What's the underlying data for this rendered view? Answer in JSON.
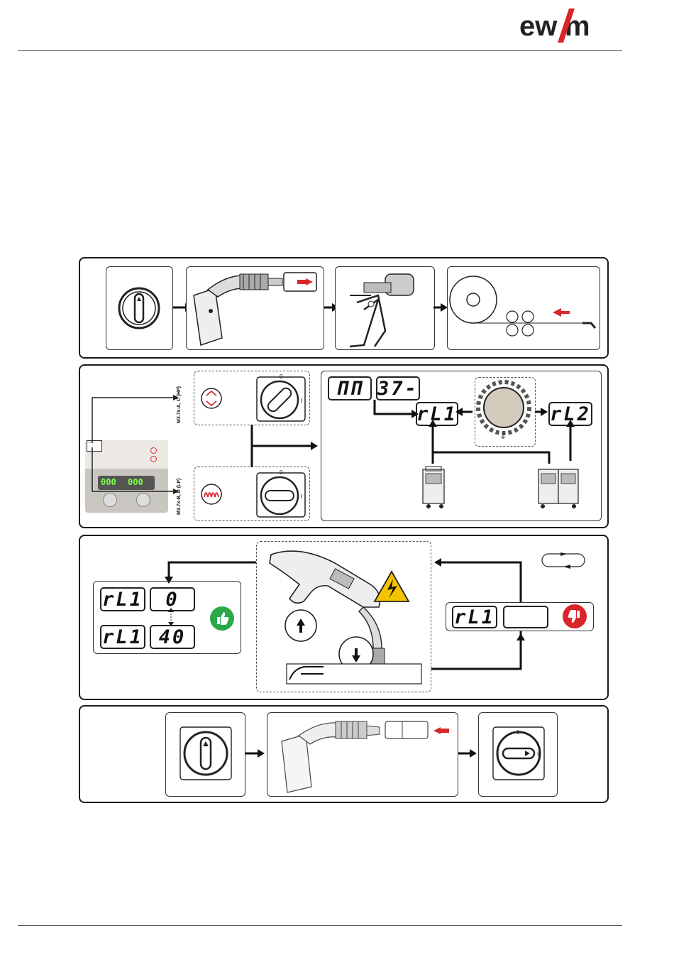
{
  "header": {
    "logo_text": "ewm"
  },
  "step3": {
    "display_left": "ΠΠ",
    "display_right": "37-",
    "param_rl1": "rL1",
    "param_rl2": "rL2",
    "label_top": "M3.7x-A, C (HP)",
    "label_bottom": "M3.7x-B, D (LP)",
    "panel_digits_left": "000",
    "panel_digits_right": "000"
  },
  "step_measure": {
    "row1_param": "rL1",
    "row1_value": "0",
    "row2_param": "rL1",
    "row2_value": "40",
    "fail_param": "rL1",
    "fail_value": ""
  },
  "colors": {
    "ok": "#2aa84a",
    "fail": "#d9262b",
    "arrow_red": "#d9262b",
    "warning": "#f5c400"
  }
}
